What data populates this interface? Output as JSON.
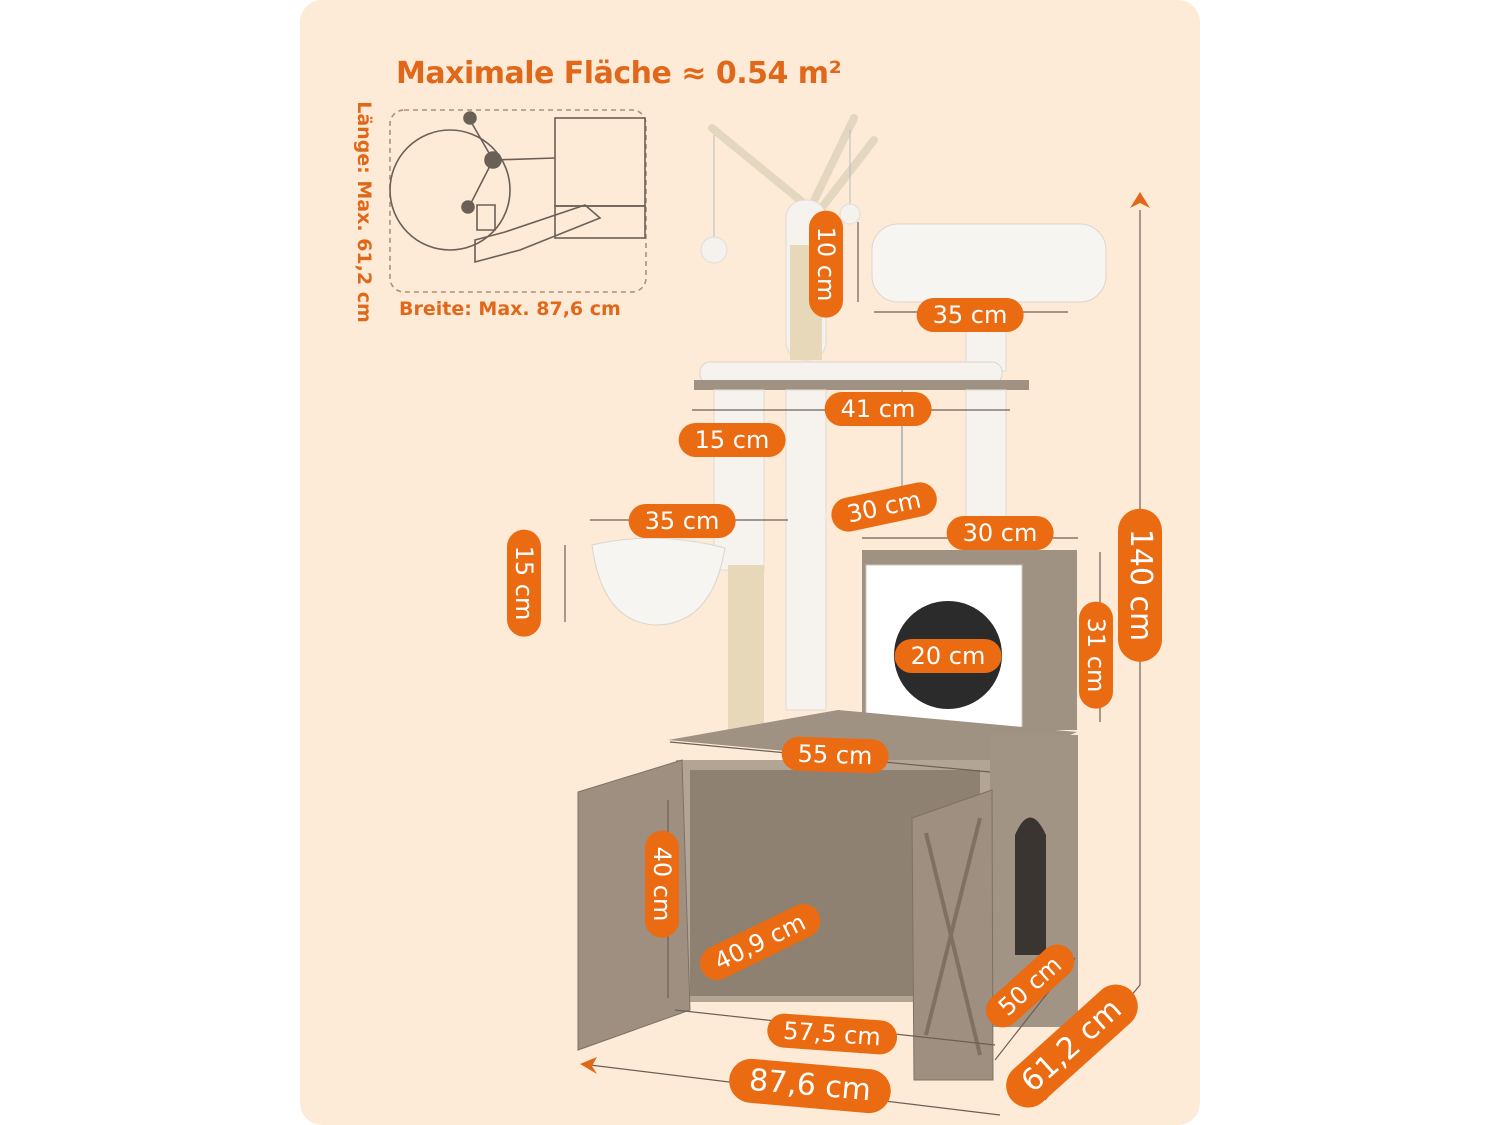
{
  "colors": {
    "accent": "#ea6b11",
    "panel": "#fdebd7",
    "wood": "#9a8b7c",
    "plush": "#f6f3ee",
    "sisal": "#e6d8b8"
  },
  "title": "Maximale Fläche ≈ 0.54 m²",
  "footprint": {
    "length_label": "Länge: Max. 61,2 cm",
    "width_label": "Breite: Max. 87,6 cm"
  },
  "dimensions": {
    "d_10": "10 cm",
    "d_35_top": "35 cm",
    "d_41": "41 cm",
    "d_15_h": "15 cm",
    "d_35_mid": "35 cm",
    "d_30_diag": "30 cm",
    "d_30": "30 cm",
    "d_15_v": "15 cm",
    "d_140": "140 cm",
    "d_31": "31 cm",
    "d_20": "20 cm",
    "d_55": "55 cm",
    "d_40": "40 cm",
    "d_40_9": "40,9 cm",
    "d_50": "50 cm",
    "d_57_5": "57,5 cm",
    "d_87_6": "87,6 cm",
    "d_61_2": "61,2 cm"
  }
}
